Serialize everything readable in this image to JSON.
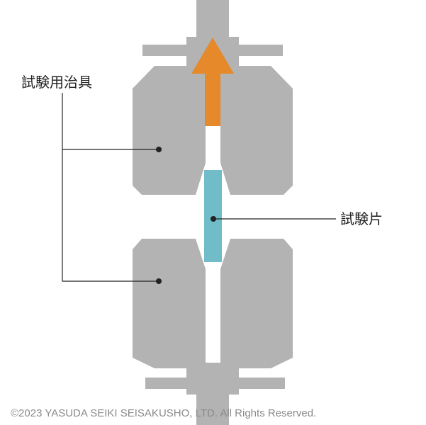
{
  "labels": {
    "fixture": "試験用治具",
    "specimen": "試験片"
  },
  "copyright": "©2023 YASUDA SEIKI SEISAKUSHO, LTD. All Rights Reserved.",
  "colors": {
    "fixture_gray": "#b3b3b3",
    "specimen_blue": "#71bcc9",
    "arrow_orange": "#e6892a",
    "leader_line": "#222222",
    "copyright": "#8a8a8a"
  },
  "icons": {
    "pull_arrow": "arrow-up-icon"
  }
}
